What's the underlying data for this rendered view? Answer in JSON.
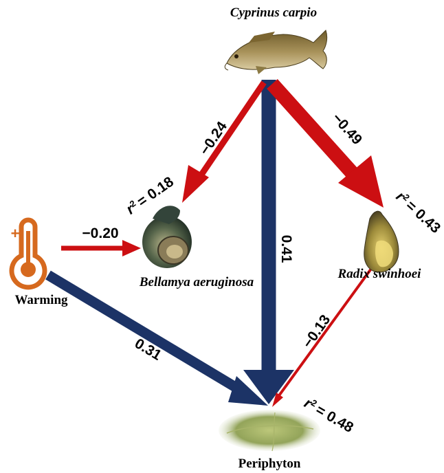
{
  "nodes": {
    "carp": {
      "label": "Cyprinus carpio"
    },
    "bellamya": {
      "label": "Bellamya aeruginosa",
      "r2": "= 0.18"
    },
    "radix": {
      "label": "Radix swinhoei",
      "r2": "= 0.43"
    },
    "warming": {
      "label": "Warming",
      "sign": "+"
    },
    "periphyton": {
      "label": "Periphyton",
      "r2": "= 0.48"
    }
  },
  "r2_symbol": "r",
  "r2_exponent": "2",
  "paths": {
    "carp_to_bellamya": {
      "coef": "−0.24",
      "coef_value": -0.24,
      "color": "#cc0f12"
    },
    "carp_to_radix": {
      "coef": "−0.49",
      "coef_value": -0.49,
      "color": "#cc0f12"
    },
    "carp_to_periphyton": {
      "coef": "0.41",
      "coef_value": 0.41,
      "color": "#1c3366"
    },
    "warming_to_bellamya": {
      "coef": "−0.20",
      "coef_value": -0.2,
      "color": "#cc0f12"
    },
    "warming_to_periphyton": {
      "coef": "0.31",
      "coef_value": 0.31,
      "color": "#1c3366"
    },
    "radix_to_periphyton": {
      "coef": "−0.13",
      "coef_value": -0.13,
      "color": "#cc0f12"
    }
  },
  "colors": {
    "negative": "#cc0f12",
    "positive": "#1c3366",
    "thermometer": "#d6691e"
  },
  "icons": {
    "carp": "fish-icon",
    "bellamya": "snail-icon",
    "radix": "pond-snail-icon",
    "warming": "thermometer-icon",
    "periphyton": "leaf-biofilm-icon"
  }
}
